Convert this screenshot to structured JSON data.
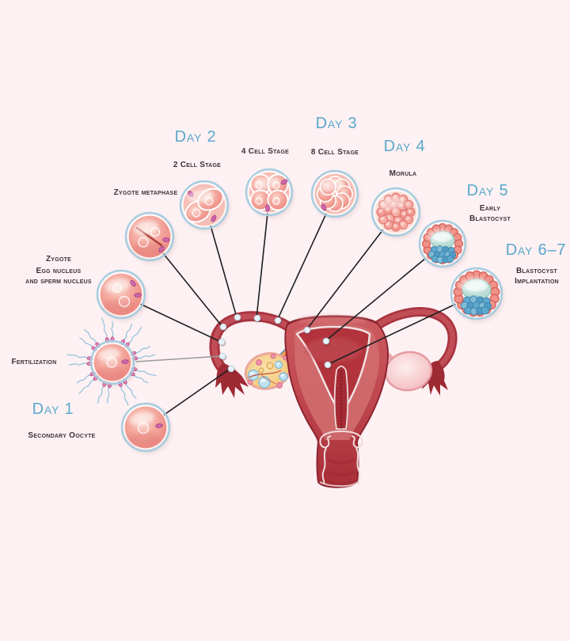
{
  "colors": {
    "background": "#fdf1f3",
    "day_heading": "#5aa7cc",
    "stage_label": "#3a3136",
    "connector_line": "#1f1f1f",
    "connector_line_fertilization": "#9a9a9a",
    "uterus_red": "#b5343e",
    "cavity_outline_white": "#f2e2e2",
    "left_ovary_orange": "#f6cd86",
    "right_ovary_pink": "#f3c0c4",
    "cell_pink": "#ee8e86",
    "zona_ring_blue": "#a6cde0",
    "polar_body_magenta": "#d266ab",
    "blastocoel_teal": "#bfe0da",
    "inner_cell_mass_blue": "#64abd0",
    "sperm_tail_blue": "#8fc0da"
  },
  "stages": [
    {
      "id": "secondary-oocyte",
      "day": "Day 1",
      "label": "Secondary Oocyte"
    },
    {
      "id": "fertilization",
      "label": "Fertilization"
    },
    {
      "id": "zygote",
      "label": "Zygote",
      "sublabel": "Egg nucleus\nand sperm nucleus"
    },
    {
      "id": "zygote-metaphase",
      "label": "Zygote metaphase"
    },
    {
      "id": "two-cell",
      "day": "Day 2",
      "label": "2 Cell Stage"
    },
    {
      "id": "four-cell",
      "label": "4 Cell Stage"
    },
    {
      "id": "eight-cell",
      "day": "Day 3",
      "label": "8 Cell Stage"
    },
    {
      "id": "morula",
      "day": "Day 4",
      "label": "Morula"
    },
    {
      "id": "early-blastocyst",
      "day": "Day 5",
      "label": "Early\nBlastocyst"
    },
    {
      "id": "blastocyst-implantation",
      "day": "Day 6–7",
      "label": "Blastocyst\nImplantation"
    }
  ]
}
